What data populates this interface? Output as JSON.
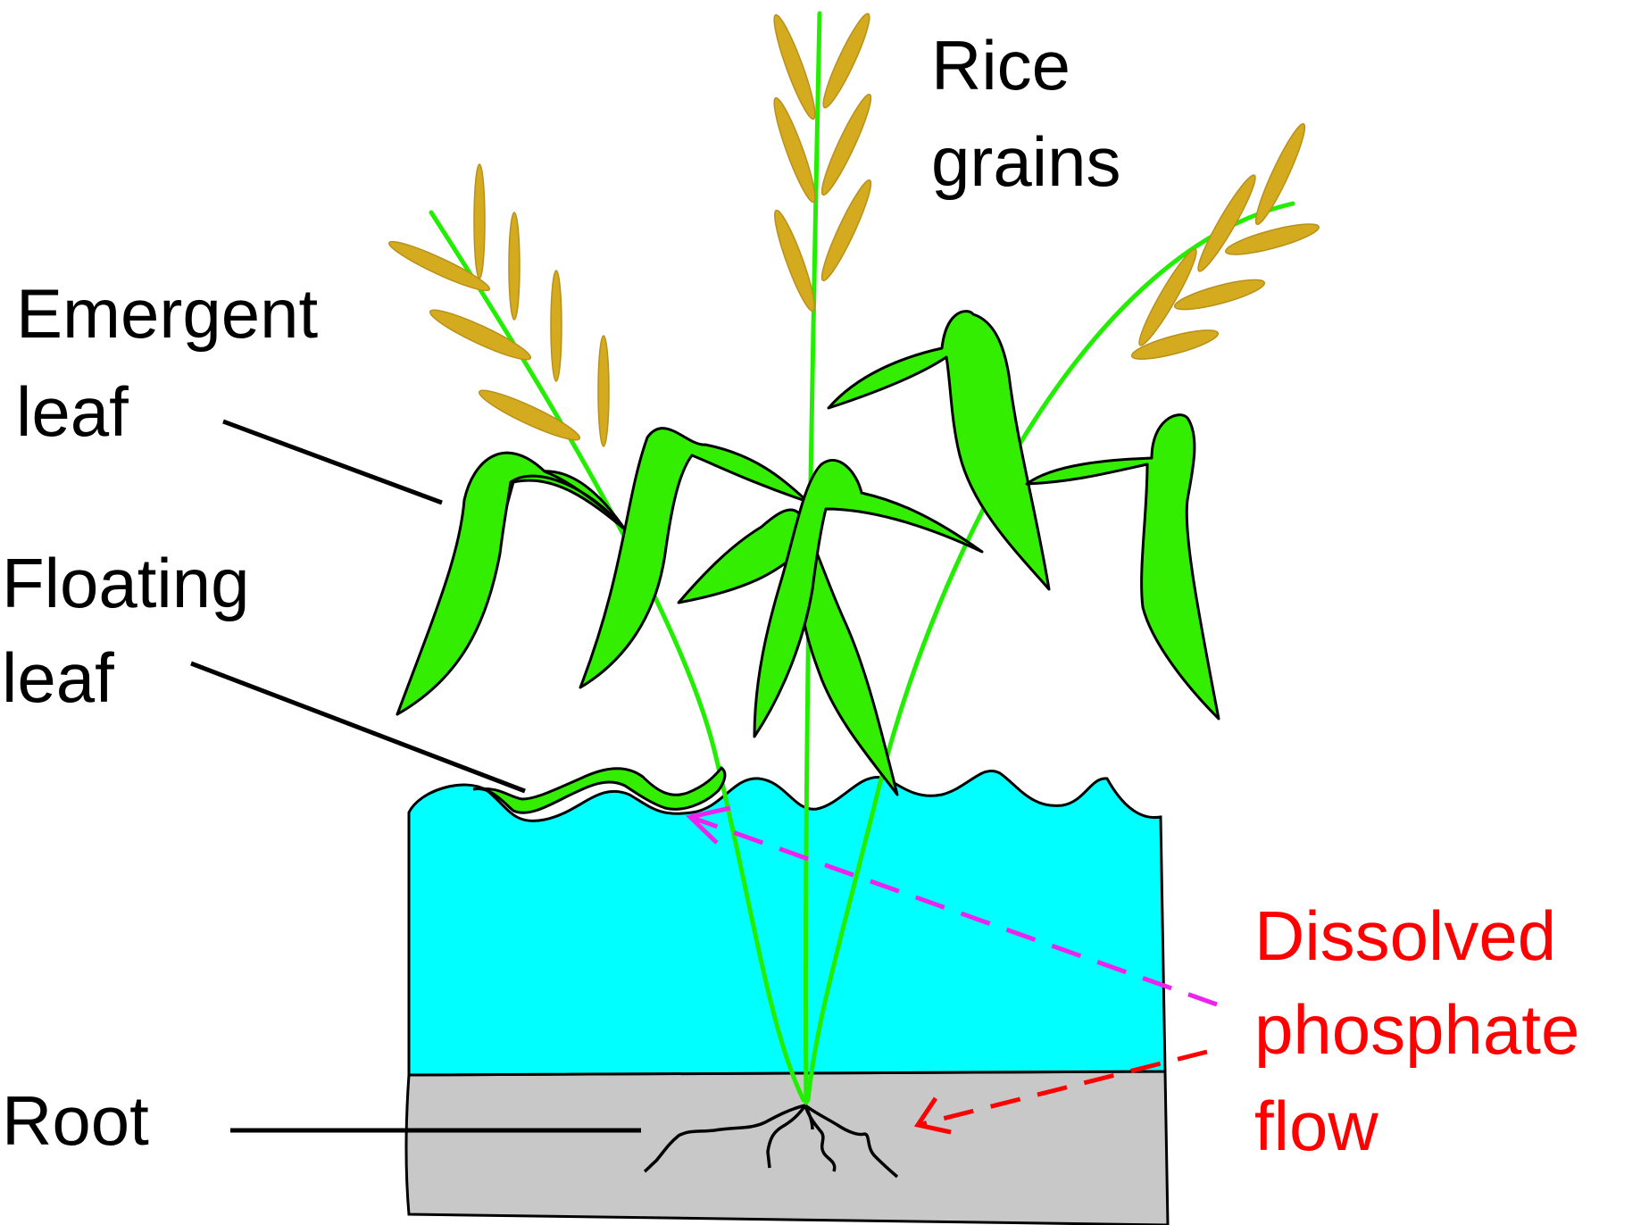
{
  "labels": {
    "rice_grains": [
      "Rice",
      "grains"
    ],
    "emergent_leaf": [
      "Emergent",
      "leaf"
    ],
    "floating_leaf": [
      "Floating",
      "leaf"
    ],
    "root": [
      "Root"
    ],
    "dissolved_phosphate_flow": [
      "Dissolved",
      "phosphate",
      "flow"
    ]
  },
  "colors": {
    "water": "#00ffff",
    "soil": "#c8c8c8",
    "stem": "#22ee00",
    "leaf": "#33ee00",
    "grain": "#d4aa1e",
    "arrow_water": "#ee22ee",
    "arrow_soil": "#ff0000",
    "label_red": "#ff0000"
  }
}
